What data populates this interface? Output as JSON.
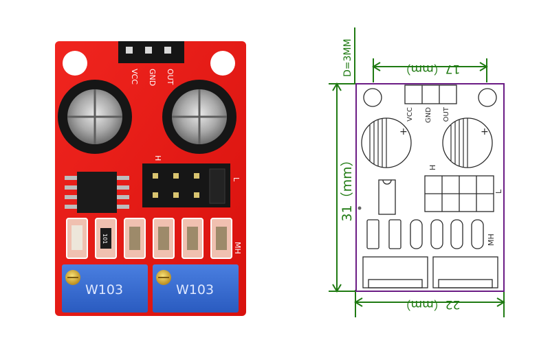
{
  "photo": {
    "pin_labels": [
      "VCC",
      "GND",
      "OUT"
    ],
    "jumper_labels": [
      "H",
      "L"
    ],
    "freq_label": "MH",
    "pot_label": "W103",
    "smd_code": "101"
  },
  "drawing": {
    "pin_labels": [
      "VCC",
      "GND",
      "OUT"
    ],
    "jumper_labels": [
      "H",
      "L"
    ],
    "freq_label": "MH",
    "hole_label": "D=3MM",
    "top_dim": "17（mm）",
    "bottom_dim": "22（mm）",
    "side_dim": "31（mm）",
    "colors": {
      "outline": "#6a1b84",
      "dimension": "#1f7a12"
    }
  }
}
